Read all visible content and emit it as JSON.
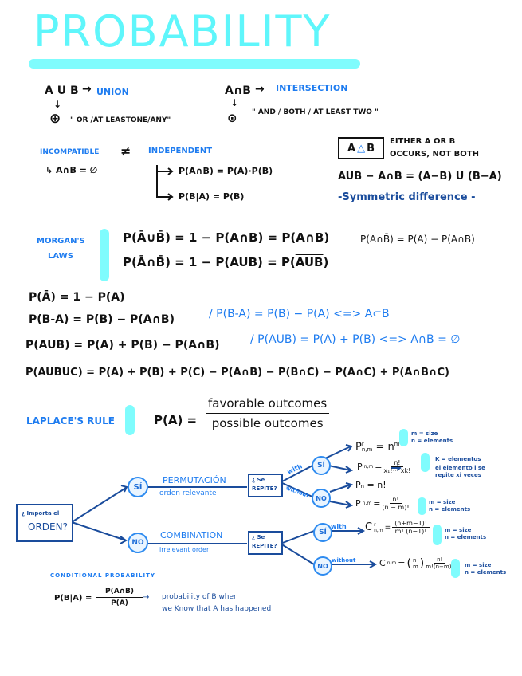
{
  "title": "PROBABILITY",
  "colors": {
    "title_cyan": "#5ff6fb",
    "accent_blue": "#1e7cf0",
    "navy": "#1a4c9c",
    "highlight": "#7ffcfd"
  },
  "union": {
    "expr": "A U B",
    "arrow": "→",
    "label": "UNION",
    "symbol": "⊕",
    "meaning": "\" OR /AT LEASTONE/ANY\""
  },
  "intersection": {
    "expr": "A∩B",
    "arrow": "→",
    "label": "INTERSECTION",
    "symbol": "⊙",
    "meaning": "\" AND / BOTH / AT LEAST TWO \""
  },
  "incompatible": {
    "label": "INCOMPATIBLE",
    "not_equal": "≠",
    "formula": "↳ A∩B = ∅"
  },
  "independent": {
    "label": "INDEPENDENT",
    "formula1": "P(A∩B) = P(A)·P(B)",
    "formula2": "P(B|A) = P(B)"
  },
  "symmetric": {
    "symbol_a": "A",
    "symbol_tri": "△",
    "symbol_b": "B",
    "desc_line1": "EITHER A OR B",
    "desc_line2": "OCCURS, NOT BOTH",
    "formula": "AUB − A∩B = (A−B) U (B−A)",
    "caption": "-Symmetric difference -"
  },
  "morgan": {
    "label_line1": "MORGAN'S",
    "label_line2": "LAWS",
    "law1_left": "P(Ā∪B̄) = 1 − P(A∩B) = P(",
    "law1_over": "A∩B",
    "law1_right": ")",
    "law2_left": "P(Ā∩B̄) = 1 − P(AUB) = P(",
    "law2_over": "AUB",
    "law2_right": ")",
    "side_note": "P(A∩B̄) = P(A) − P(A∩B)"
  },
  "rules": {
    "complement": "P(Ā) = 1 −  P(A)",
    "difference": "P(B-A) = P(B) − P(A∩B)",
    "difference_note": "/ P(B-A) = P(B) − P(A) <=> A⊂B",
    "union": "P(AUB) = P(A) + P(B) − P(A∩B)",
    "union_note": "/ P(AUB) = P(A) + P(B) <=> A∩B = ∅",
    "union3": "P(AUBUC) =  P(A) + P(B) + P(C) − P(A∩B) − P(B∩C) − P(A∩C) + P(A∩B∩C)"
  },
  "laplace": {
    "label": "LAPLACE'S RULE",
    "lhs": "P(A) =",
    "numerator": "favorable outcomes",
    "denominator": "possible outcomes"
  },
  "tree": {
    "root_line1": "¿ Importa el",
    "root_line2": "ORDEN?",
    "yes": "SÍ",
    "no": "NO",
    "permutation": {
      "title": "PERMUTACIÓN",
      "subtitle": "orden relevante"
    },
    "combination": {
      "title": "COMBINATION",
      "subtitle": "irrelevant order"
    },
    "repeat_line1": "¿ Se",
    "repeat_line2": "REPITE?",
    "with": "with",
    "without": "without",
    "perm_yes": "SÍ",
    "perm_no": "NO",
    "comb_yes": "SÍ",
    "comb_no": "NO",
    "formulas": {
      "perm_rep": "P",
      "perm_rep_sup": "r",
      "perm_rep_sub": "n,m",
      "perm_rep_rhs": "= n",
      "perm_rep_exp": "m",
      "perm_multi_lhs": "P",
      "perm_multi_sub": "n,m",
      "perm_multi_num": "n!",
      "perm_multi_den": "x₁!··· xk!",
      "perm_full": "Pₙ = n!",
      "perm_var_lhs": "P",
      "perm_var_sub": "n,m",
      "perm_var_num": "n!",
      "perm_var_den": "(n − m)!",
      "comb_rep_lhs": "C",
      "comb_rep_sup": "r",
      "comb_rep_sub": "n,m",
      "comb_rep_num": "(n+m−1)!",
      "comb_rep_den": "m! (n−1)!",
      "comb_lhs": "C",
      "comb_sub": "n,m",
      "comb_binom_top": "n",
      "comb_binom_bot": "m",
      "comb_num": "n!",
      "comb_den": "m!(n−m)!"
    },
    "notes": {
      "size": "m = size",
      "elements": "n = elements",
      "k_elements": "K = elementos",
      "repeat_line1": "el elemento i se",
      "repeat_line2": "repite xi veces"
    }
  },
  "conditional": {
    "label": "CONDITIONAL PROBABILITY",
    "lhs": "P(B|A) =",
    "numerator": "P(A∩B)",
    "denominator": "P(A)",
    "arrow": "→",
    "desc_line1": "probability of B when",
    "desc_line2": "we Know that A has happened"
  }
}
